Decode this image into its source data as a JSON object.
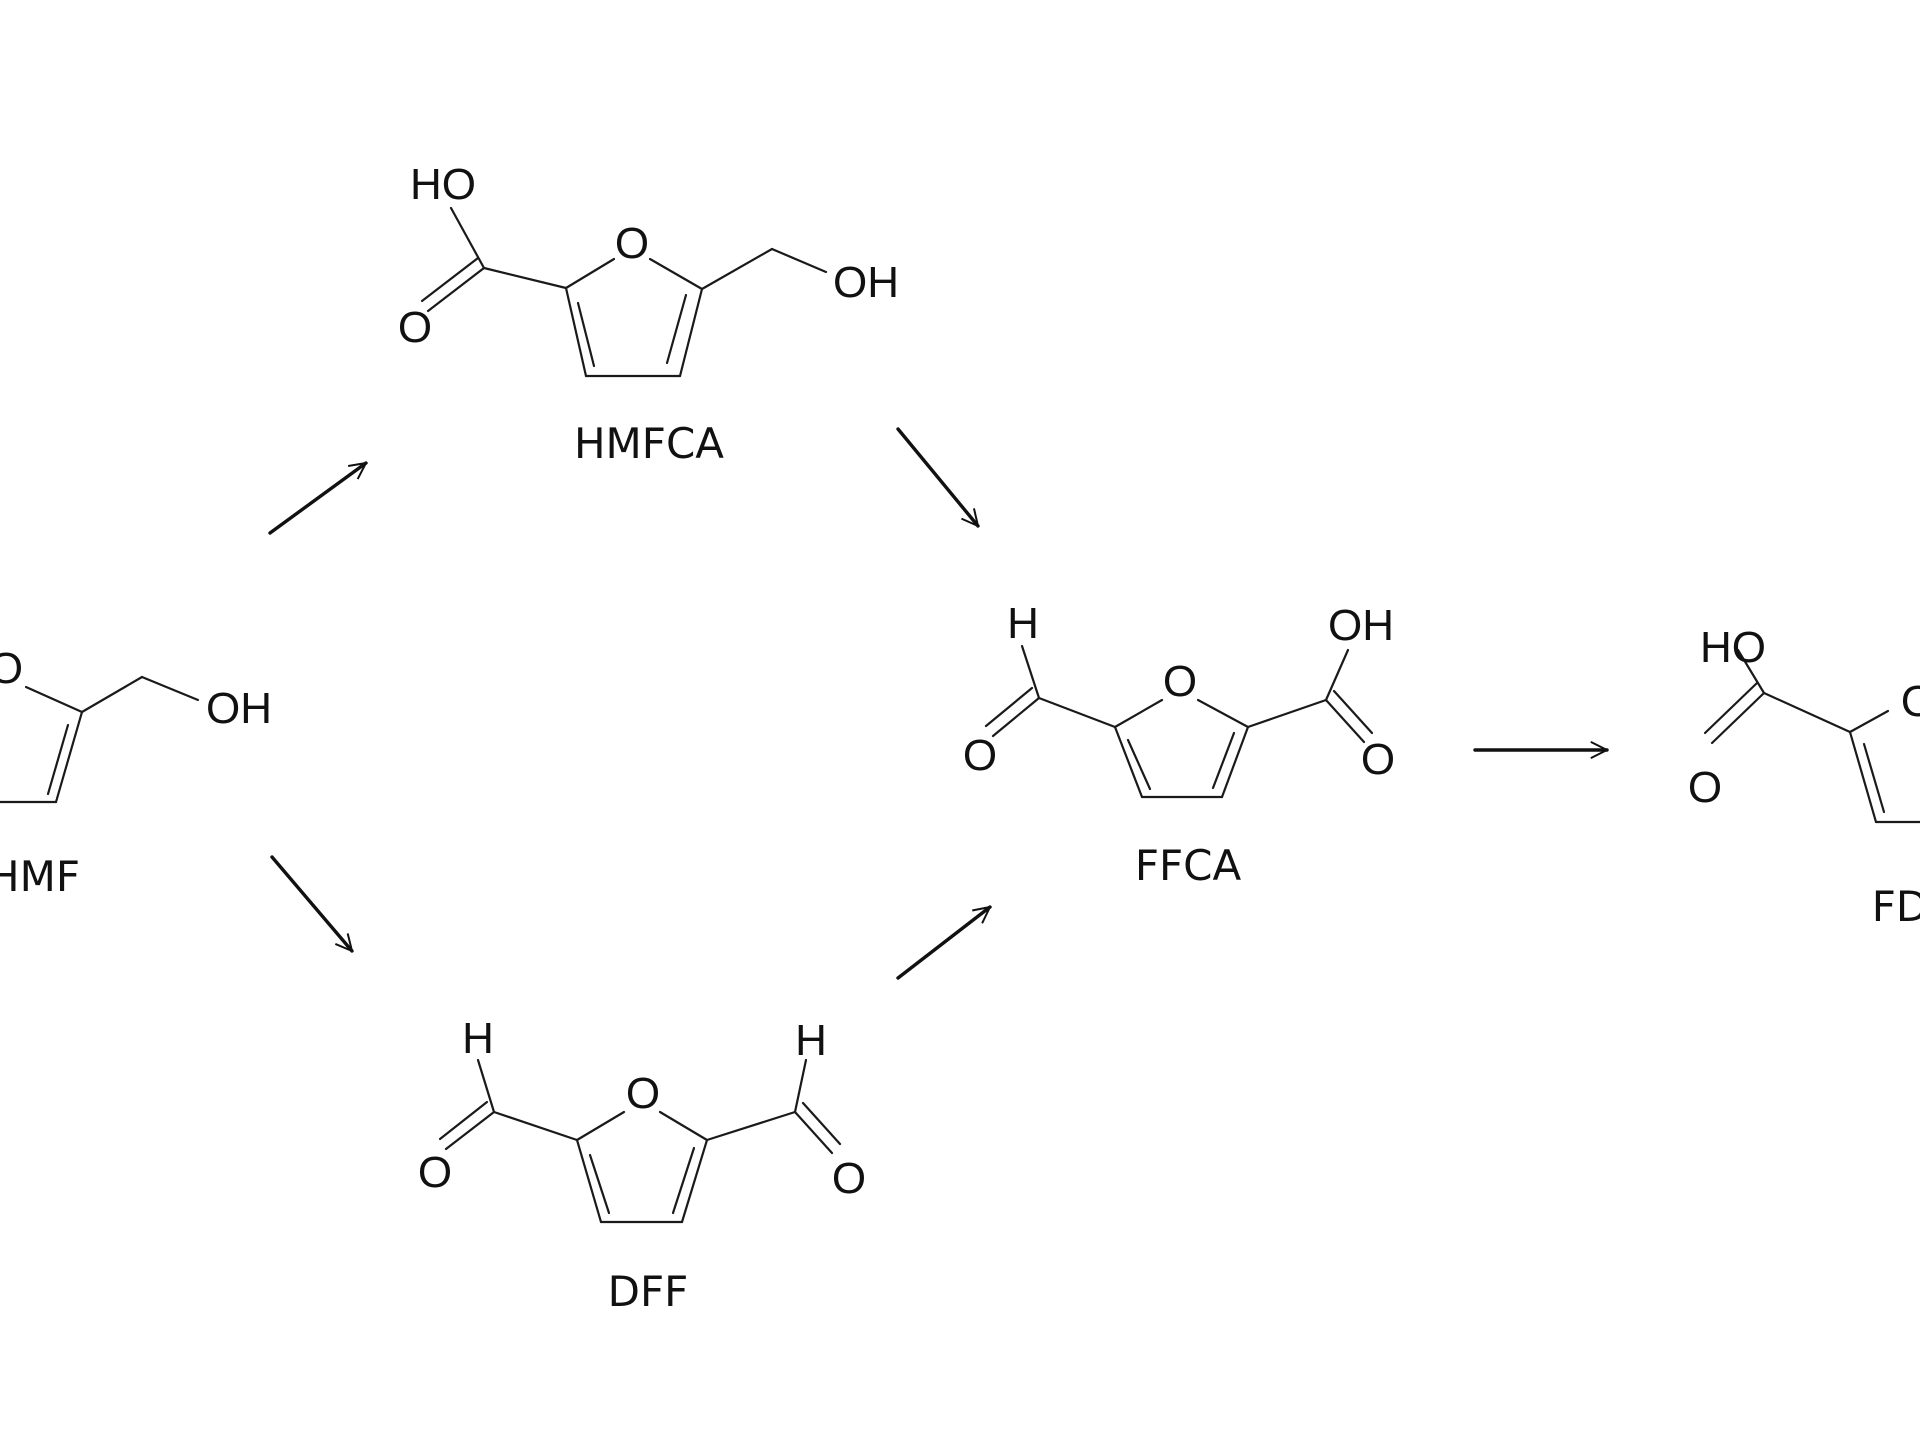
{
  "compounds": {
    "hmf": {
      "name": "HMF",
      "atoms": {
        "ring_o": "O",
        "hydroxyl": "OH"
      }
    },
    "hmfca": {
      "name": "HMFCA",
      "atoms": {
        "ring_o": "O",
        "acid_oh": "HO",
        "acid_o": "O",
        "hydroxyl": "OH"
      }
    },
    "dff": {
      "name": "DFF",
      "atoms": {
        "ring_o": "O",
        "ald1_h": "H",
        "ald1_o": "O",
        "ald2_h": "H",
        "ald2_o": "O"
      }
    },
    "ffca": {
      "name": "FFCA",
      "atoms": {
        "ring_o": "O",
        "ald_h": "H",
        "ald_o": "O",
        "acid_oh": "OH",
        "acid_o": "O"
      }
    },
    "fdca": {
      "name": "FD",
      "atoms": {
        "ring_o": "O",
        "acid_oh": "HO",
        "acid_o": "O"
      }
    }
  },
  "arrows": [
    {
      "from": "HMF",
      "to": "HMFCA"
    },
    {
      "from": "HMF",
      "to": "DFF"
    },
    {
      "from": "HMFCA",
      "to": "FFCA"
    },
    {
      "from": "DFF",
      "to": "FFCA"
    },
    {
      "from": "FFCA",
      "to": "FD"
    }
  ]
}
